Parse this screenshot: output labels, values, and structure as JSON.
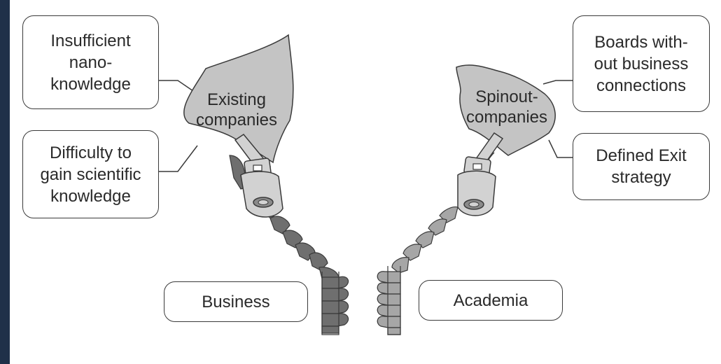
{
  "boxes": {
    "insufficient_nano": "Insufficient\nnano-\nknowledge",
    "difficulty_scientific": "Difficulty to\ngain scientific\nknowledge",
    "boards_without": "Boards with-\nout business\nconnections",
    "defined_exit": "Defined Exit\nstrategy",
    "business": "Business",
    "academia": "Academia"
  },
  "blobs": {
    "existing": "Existing\ncompanies",
    "spinout": "Spinout-\ncompanies"
  },
  "colors": {
    "blob_fill": "#c4c4c4",
    "tooth_dark": "#6f6f6f",
    "tooth_light": "#a6a6a6",
    "slider_fill": "#d2d2d2",
    "outline": "#3a3a3a"
  }
}
